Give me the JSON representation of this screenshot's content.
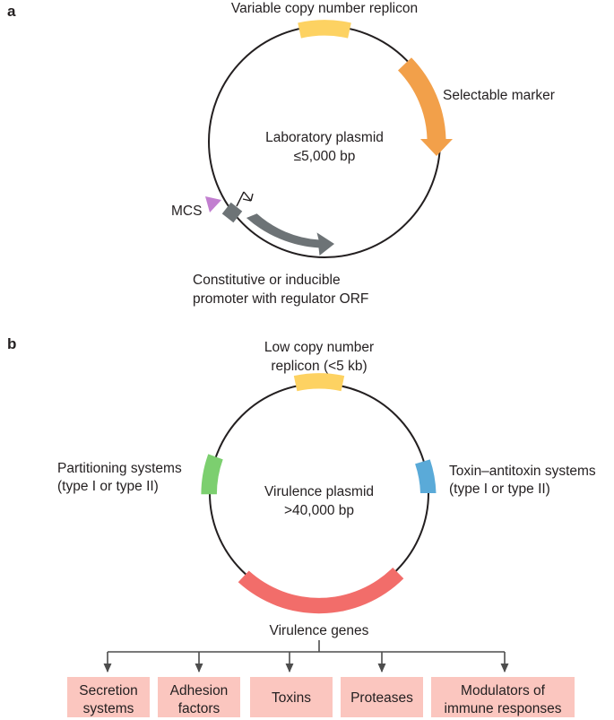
{
  "panel_a": {
    "label": "a",
    "plasmid_name": "Laboratory plasmid",
    "plasmid_size": "≤5,000 bp",
    "replicon_label": "Variable copy number replicon",
    "marker_label": "Selectable marker",
    "mcs_label": "MCS",
    "promoter_label_line1": "Constitutive or inducible",
    "promoter_label_line2": "promoter with regulator ORF"
  },
  "panel_b": {
    "label": "b",
    "plasmid_name": "Virulence plasmid",
    "plasmid_size": ">40,000 bp",
    "replicon_label_line1": "Low copy number",
    "replicon_label_line2": "replicon (<5 kb)",
    "partitioning_line1": "Partitioning systems",
    "partitioning_line2": "(type I or type II)",
    "toxin_line1": "Toxin–antitoxin systems",
    "toxin_line2": "(type I or type II)",
    "virulence_label": "Virulence genes",
    "boxes": [
      {
        "line1": "Secretion",
        "line2": "systems"
      },
      {
        "line1": "Adhesion",
        "line2": "factors"
      },
      {
        "line1": "Toxins",
        "line2": ""
      },
      {
        "line1": "Proteases",
        "line2": ""
      },
      {
        "line1": "Modulators of",
        "line2": "immune responses"
      }
    ]
  },
  "colors": {
    "replicon": "#fdd262",
    "marker": "#f2a04a",
    "promoter": "#6d7376",
    "mcs": "#c27fd0",
    "partitioning": "#7ccf6f",
    "toxin": "#5aaad8",
    "virulence": "#f26d6a",
    "box_fill": "#fbc6bf"
  }
}
